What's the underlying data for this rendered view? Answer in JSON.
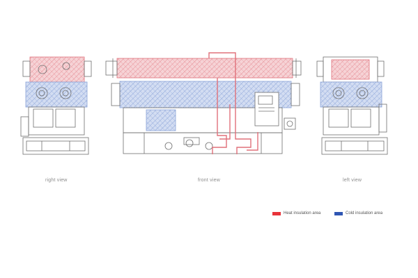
{
  "captions": {
    "right_view": "right view",
    "front_view": "front view",
    "left_view": "left view"
  },
  "legend": {
    "heat": {
      "label": "Heat insulation area",
      "color": "#e8333a"
    },
    "cold": {
      "label": "Cold insulation area",
      "color": "#2f56b3"
    }
  },
  "colors": {
    "line": "#6f6f6f",
    "heat_fill": "#f6d3d6",
    "heat_hatch": "#e58a92",
    "cold_fill": "#d3ddf2",
    "cold_hatch": "#8aa3d8",
    "pipe": "#e0707a"
  }
}
